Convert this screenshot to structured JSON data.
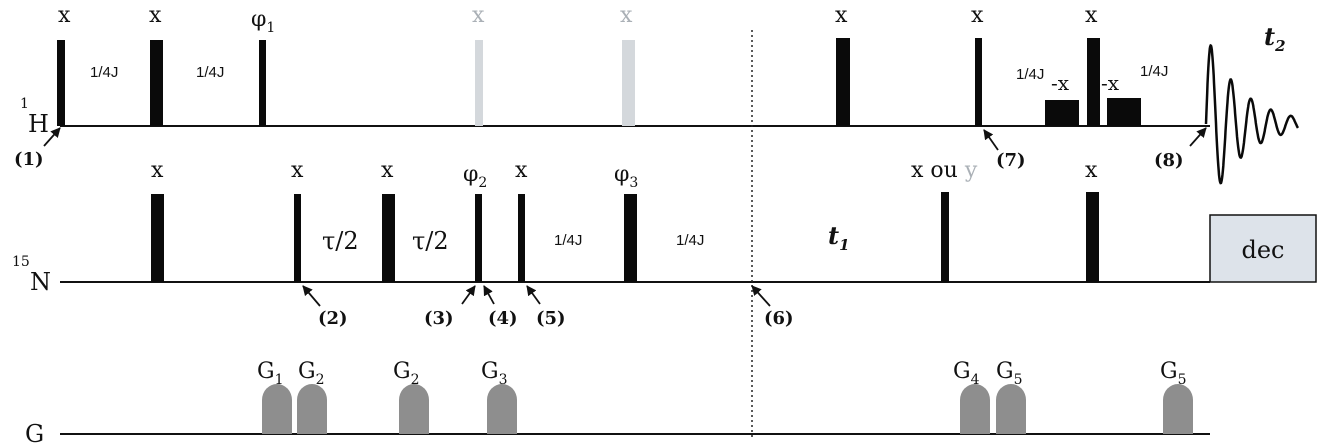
{
  "channels": {
    "h1": {
      "label_sup": "1",
      "label": "H"
    },
    "n15": {
      "label_sup": "15",
      "label": "N"
    },
    "g": {
      "label": "G"
    }
  },
  "h1_pulse_labels": {
    "p1": "x",
    "p2": "x",
    "p3_base": "φ",
    "p3_sub": "1",
    "p4": "x",
    "p5": "x",
    "p6": "x",
    "p7": "x",
    "p8": "x"
  },
  "h1_delays": {
    "d1": "1/4J",
    "d2": "1/4J",
    "d3": "1/4J",
    "d4": "1/4J"
  },
  "h1_phase_labels": {
    "mx1": "-x",
    "mx2": "-x"
  },
  "n15_pulse_labels": {
    "p1": "x",
    "p2": "x",
    "p3": "x",
    "p4_base": "φ",
    "p4_sub": "2",
    "p5": "x",
    "p6_base": "φ",
    "p6_sub": "3",
    "p7_a": "x ou ",
    "p7_b": "y",
    "p8": "x"
  },
  "n15_delays": {
    "tau1": "τ/2",
    "tau2": "τ/2",
    "d1": "1/4J",
    "d2": "1/4J"
  },
  "t1": {
    "base": "t",
    "sub": "1"
  },
  "t2": {
    "base": "t",
    "sub": "2"
  },
  "dec_label": "dec",
  "markers": [
    "(1)",
    "(2)",
    "(3)",
    "(4)",
    "(5)",
    "(6)",
    "(7)",
    "(8)"
  ],
  "gradients": [
    {
      "base": "G",
      "sub": "1"
    },
    {
      "base": "G",
      "sub": "2"
    },
    {
      "base": "G",
      "sub": "2"
    },
    {
      "base": "G",
      "sub": "3"
    },
    {
      "base": "G",
      "sub": "4"
    },
    {
      "base": "G",
      "sub": "5"
    },
    {
      "base": "G",
      "sub": "5"
    }
  ],
  "colors": {
    "pulse": "#0a0a0a",
    "ghost_pulse": "#d4d8dc",
    "gradient": "#8e8e8e",
    "dec_box": "#dde3ea",
    "ghost_text": "#aab0b6"
  }
}
